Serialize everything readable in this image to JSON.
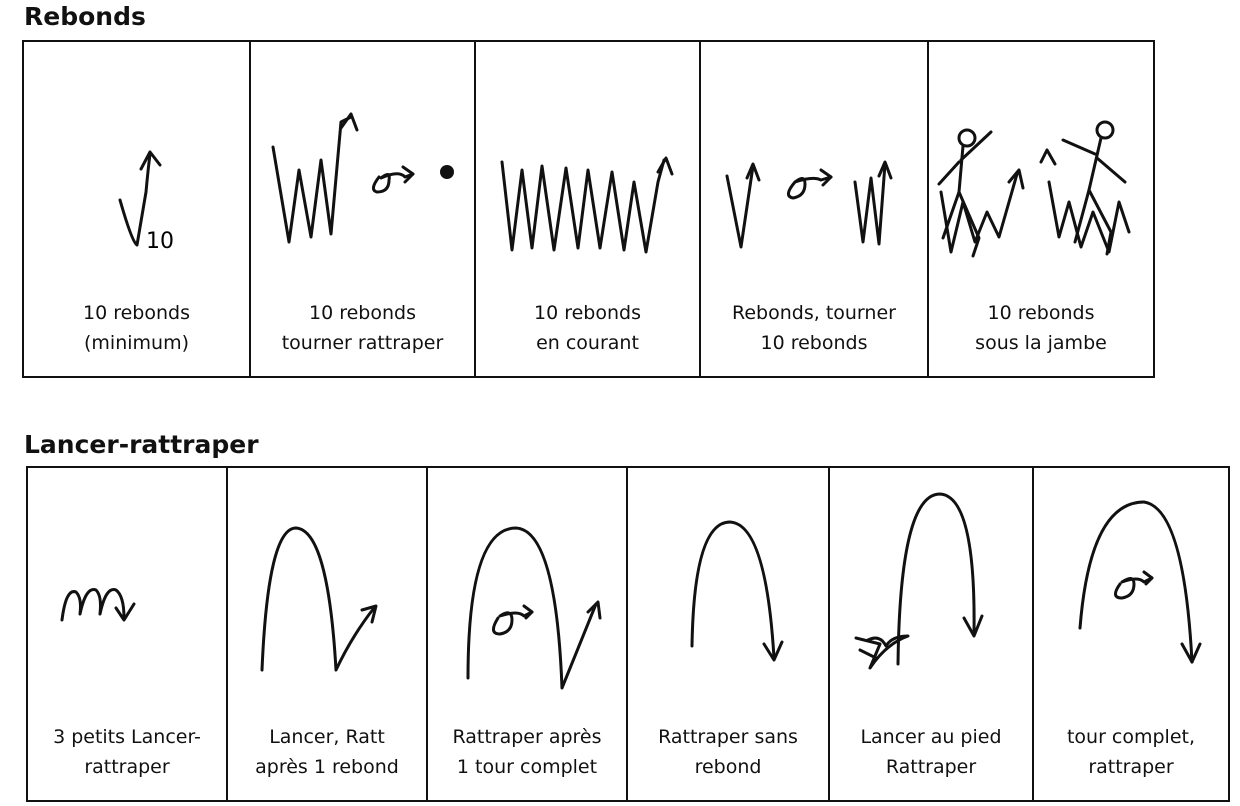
{
  "sections": [
    {
      "title": "Rebonds",
      "cells": [
        {
          "icon": "single-bounce-icon",
          "lines": [
            "10 rebonds",
            "(minimum)"
          ],
          "sub": "10"
        },
        {
          "icon": "bounce-turn-catch-icon",
          "lines": [
            "10 rebonds",
            "tourner rattraper"
          ]
        },
        {
          "icon": "running-bounce-icon",
          "lines": [
            "10 rebonds",
            "en courant"
          ]
        },
        {
          "icon": "bounce-turn-bounce-icon",
          "lines": [
            "Rebonds, tourner",
            "10 rebonds"
          ]
        },
        {
          "icon": "bounce-under-leg-icon",
          "lines": [
            "10 rebonds",
            "sous la jambe"
          ]
        }
      ]
    },
    {
      "title": "Lancer-rattraper",
      "cells": [
        {
          "icon": "small-throws-icon",
          "lines": [
            "3 petits Lancer-",
            "rattraper"
          ]
        },
        {
          "icon": "throw-bounce-catch-icon",
          "lines": [
            "Lancer, Ratt",
            "après 1 rebond"
          ]
        },
        {
          "icon": "throw-turn-catch-icon",
          "lines": [
            "Rattraper après",
            "1 tour complet"
          ]
        },
        {
          "icon": "throw-catch-no-bounce-icon",
          "lines": [
            "Rattraper sans",
            "rebond"
          ]
        },
        {
          "icon": "foot-throw-catch-icon",
          "lines": [
            "Lancer au pied",
            "Rattraper"
          ]
        },
        {
          "icon": "full-turn-catch-icon",
          "lines": [
            "tour complet,",
            "rattraper"
          ]
        }
      ]
    }
  ]
}
